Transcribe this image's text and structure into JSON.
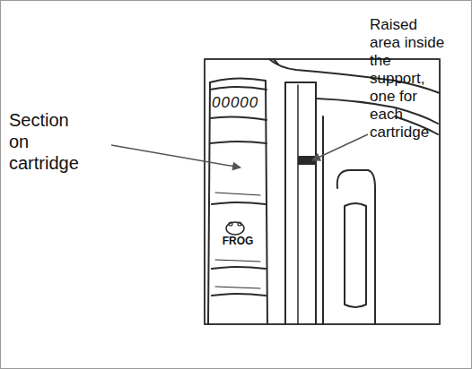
{
  "diagram": {
    "labels": [
      "Section on cartridge",
      "Raised area inside the support, one for each cartridge",
      "00000",
      "FROG"
    ]
  }
}
